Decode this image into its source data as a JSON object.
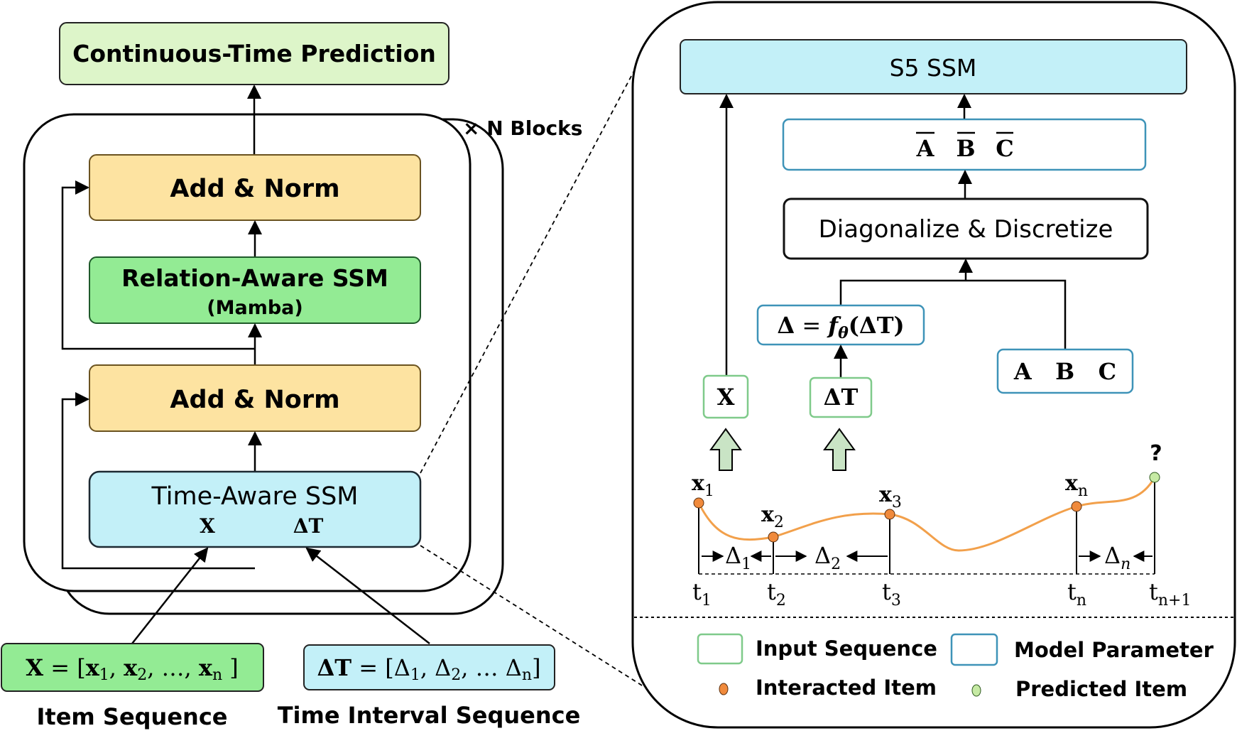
{
  "left": {
    "prediction": "Continuous-Time Prediction",
    "blocks_label": "× N Blocks",
    "add_norm_top": "Add & Norm",
    "relation_ssm": "Relation-Aware SSM",
    "relation_ssm_sub": "(Mamba)",
    "add_norm_bottom": "Add & Norm",
    "time_ssm": "Time-Aware SSM",
    "time_ssm_x": "X",
    "time_ssm_dt": "ΔT",
    "item_seq_formula": {
      "lhs": "X",
      "eq": " = [",
      "x1": "x",
      "x1_sub": "1",
      "comma1": ", ",
      "x2": "x",
      "x2_sub": "2",
      "mid": ", …, ",
      "xn": "x",
      "xn_sub": "n",
      "close": " ]"
    },
    "item_seq_label": "Item Sequence",
    "time_seq_formula": {
      "lhs": "ΔT",
      "eq": " = [",
      "d1": "Δ",
      "d1_sub": "1",
      "comma1": ", ",
      "d2": "Δ",
      "d2_sub": "2",
      "mid": ", … ",
      "dn": "Δ",
      "dn_sub": "n",
      "close": "]"
    },
    "time_seq_label": "Time Interval Sequence"
  },
  "right": {
    "s5": "S5 SSM",
    "abar": "A",
    "bbar": "B",
    "cbar": "C",
    "diag": "Diagonalize & Discretize",
    "delta_formula": {
      "lhs": "Δ",
      "eq": " = ",
      "f": "f",
      "f_sub": "θ",
      "arg": "(ΔT)"
    },
    "x_box": "X",
    "dt_box": "ΔT",
    "abc": "A   B   C",
    "timeline": {
      "points": [
        {
          "label": "x",
          "sub": "1",
          "t": "t",
          "t_sub": "1"
        },
        {
          "label": "x",
          "sub": "2",
          "t": "t",
          "t_sub": "2"
        },
        {
          "label": "x",
          "sub": "3",
          "t": "t",
          "t_sub": "3"
        },
        {
          "label": "x",
          "sub": "n",
          "t": "t",
          "t_sub": "n"
        }
      ],
      "predicted_label": "?",
      "predicted_t": "t",
      "predicted_t_sub": "n+1",
      "deltas": [
        {
          "label": "Δ",
          "sub": "1"
        },
        {
          "label": "Δ",
          "sub": "2"
        },
        {
          "label": "Δ",
          "sub": "n"
        }
      ]
    },
    "legend": {
      "input": "Input Sequence",
      "model": "Model Parameter",
      "interacted": "Interacted Item",
      "predicted": "Predicted Item"
    }
  },
  "colors": {
    "prediction_fill": "#ddf5c9",
    "add_norm_fill": "#fde3a1",
    "relation_fill": "#93eb94",
    "time_fill": "#c3f0f8",
    "input_border": "#7fca8a",
    "param_border": "#3e93b8",
    "interacted": "#f08a3c",
    "predicted": "#c6eaa4",
    "curve": "#f2a04b"
  }
}
